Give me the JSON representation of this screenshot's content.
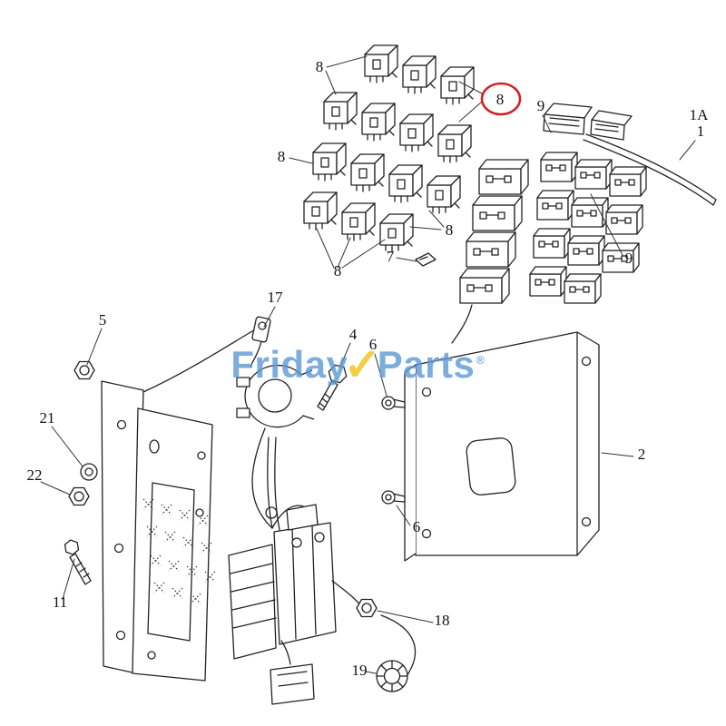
{
  "diagram": {
    "type": "exploded-parts-diagram",
    "labels": {
      "p1": "1",
      "p1a": "1A",
      "p2": "2",
      "p4": "4",
      "p5": "5",
      "p6": "6",
      "p7": "7",
      "p8": "8",
      "p9": "9",
      "p11": "11",
      "p17": "17",
      "p18": "18",
      "p19": "19",
      "p21": "21",
      "p22": "22"
    }
  },
  "watermark": {
    "left": "Friday",
    "check": "✓",
    "right": "Parts",
    "reg": "®"
  },
  "colors": {
    "line": "#222222",
    "callout_text": "#111111",
    "highlight_circle": "#d42020",
    "watermark_blue": "#5b9bd5",
    "watermark_yellow": "#f3c019",
    "background": "#ffffff"
  }
}
